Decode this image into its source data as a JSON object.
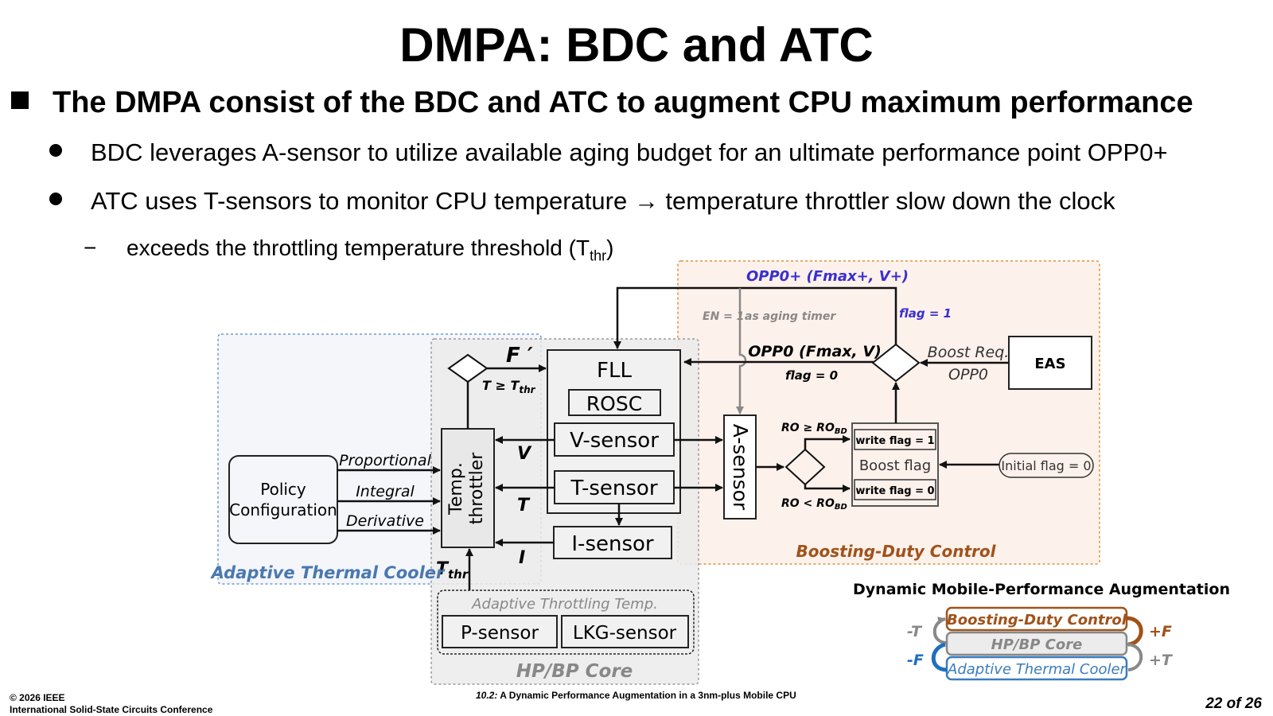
{
  "slide": {
    "title": "DMPA: BDC and ATC",
    "heading": "The DMPA consist of the BDC and ATC to augment CPU maximum performance",
    "bullets": [
      "BDC leverages A-sensor to utilize available aging budget for an ultimate performance point OPP0+",
      "ATC uses T-sensors to monitor CPU temperature → temperature throttler slow down the clock"
    ],
    "sub_bullet": {
      "dash": "−",
      "text": "exceeds the throttling temperature threshold (T",
      "subscript": "thr",
      "close": ")"
    }
  },
  "diagram": {
    "regions": {
      "atc": "Adaptive Thermal Cooler",
      "core": "HP/BP Core",
      "bdc": "Boosting-Duty Control",
      "adaptive_temp": "Adaptive Throttling Temp."
    },
    "blocks": {
      "policy": [
        "Policy",
        "Configuration"
      ],
      "throttler": [
        "Temp.",
        "throttler"
      ],
      "fll": "FLL",
      "rosc": "ROSC",
      "v_sensor": "V-sensor",
      "t_sensor": "T-sensor",
      "i_sensor": "I-sensor",
      "p_sensor": "P-sensor",
      "lkg_sensor": "LKG-sensor",
      "a_sensor": "A-sensor",
      "eas": "EAS",
      "boost_flag": "Boost flag",
      "write_flag_1": "write flag = 1",
      "write_flag_0": "write flag = 0",
      "initial_flag": "Initial flag = 0"
    },
    "labels": {
      "proportional": "Proportional",
      "integral": "Integral",
      "derivative": "Derivative",
      "f_prime": "F ′",
      "t_cond": "T ≥ T",
      "t_cond_sub": "thr",
      "v": "V",
      "t": "T",
      "i": "I",
      "tthr": "T",
      "tthr_sub": "thr",
      "opp0plus": "OPP0+ (Fmax+, V+)",
      "en1": "EN = 1",
      "aging_timer": "as aging timer",
      "flag1": "flag = 1",
      "opp0": "OPP0 (Fmax, V)",
      "flag0": "flag = 0",
      "boost_req": "Boost Req.",
      "boost_req_opp0": "OPP0",
      "ro_ge": "RO ≥ RO",
      "ro_lt": "RO < RO",
      "ro_sub": "BD"
    },
    "colors": {
      "atc": "#4a78b0",
      "bdc": "#a0521a",
      "opp_blue": "#3a2fd0",
      "gray": "#808080"
    }
  },
  "dmpa_legend": {
    "title": "Dynamic Mobile-Performance Augmentation",
    "bdc": "Boosting-Duty Control",
    "core": "HP/BP Core",
    "atc": "Adaptive Thermal Cooler",
    "minus_t": "-T",
    "plus_f": "+F",
    "minus_f": "-F",
    "plus_t": "+T"
  },
  "footer": {
    "copyright": "© 2026 IEEE",
    "conference": "International Solid-State Circuits Conference",
    "paper_num": "10.2:",
    "paper_title": "A Dynamic Performance Augmentation in a 3nm-plus Mobile CPU",
    "page": "22 of 26"
  }
}
